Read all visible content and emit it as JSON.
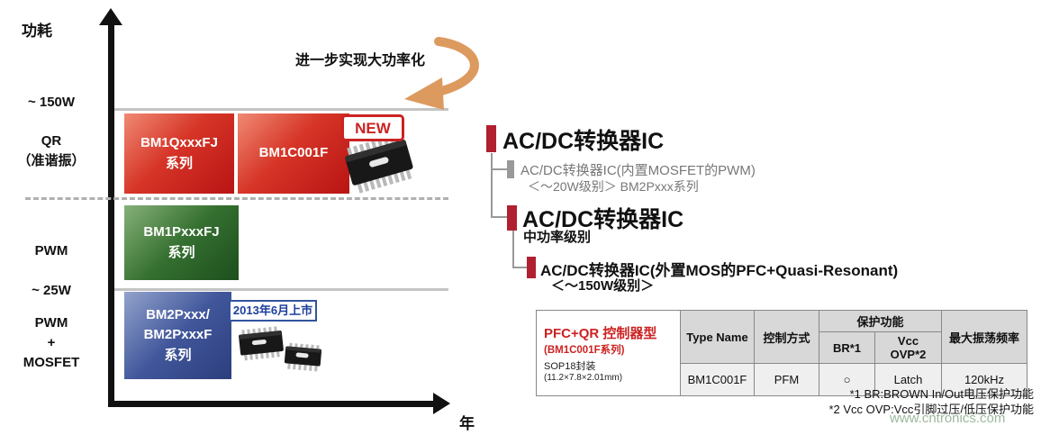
{
  "page": {
    "watermark": "www.cntronics.com"
  },
  "colors": {
    "series_red": "#c41e1e",
    "series_green": "#2d6b2d",
    "series_blue": "#33539e",
    "accent_red": "#b02030",
    "arrow_orange": "#dd9a5e"
  },
  "chart": {
    "y_axis_label": "功耗",
    "x_axis_label": "年",
    "annotation": "进一步实现大功率化",
    "tick_150w": "~ 150W",
    "tick_25w": "~ 25W",
    "cat_qr": "QR\n（准谐振）",
    "cat_pwm": "PWM",
    "cat_pwm_mosfet": "PWM\n+\nMOSFET",
    "box_bm1q": "BM1QxxxFJ\n系列",
    "box_bm1c": "BM1C001F",
    "box_bm1p": "BM1PxxxFJ\n系列",
    "box_bm2p": "BM2Pxxx/\nBM2PxxxF\n系列",
    "new_badge": "NEW",
    "launch_label": "2013年6月上市"
  },
  "tree": {
    "root_title": "AC/DC转换器IC",
    "sub_pwm_title": "AC/DC转换器IC(内置MOSFET的PWM)",
    "sub_pwm_detail": "＜～20W级别＞ BM2Pxxx系列",
    "mid_title": "AC/DC转换器IC",
    "mid_detail": "中功率级别",
    "qr_title": "AC/DC转换器IC(外置MOS的PFC+Quasi-Resonant)",
    "qr_detail": "＜～150W级别＞"
  },
  "table": {
    "product": {
      "title": "PFC+QR 控制器型",
      "series": "(BM1C001F系列)",
      "package": "SOP18封装",
      "size": "(11.2×7.8×2.01mm)"
    },
    "headers": {
      "type_name": "Type Name",
      "control": "控制方式",
      "protection": "保护功能",
      "br": "BR*1",
      "vcc_ovp": "Vcc OVP*2",
      "max_freq": "最大振荡频率"
    },
    "row": {
      "type_name": "BM1C001F",
      "control": "PFM",
      "br": "○",
      "vcc_ovp": "Latch",
      "max_freq": "120kHz"
    }
  },
  "footnotes": {
    "note1": "*1 BR:BROWN In/Out电压保护功能",
    "note2": "*2 Vcc OVP:Vcc引脚过压/低压保护功能"
  }
}
